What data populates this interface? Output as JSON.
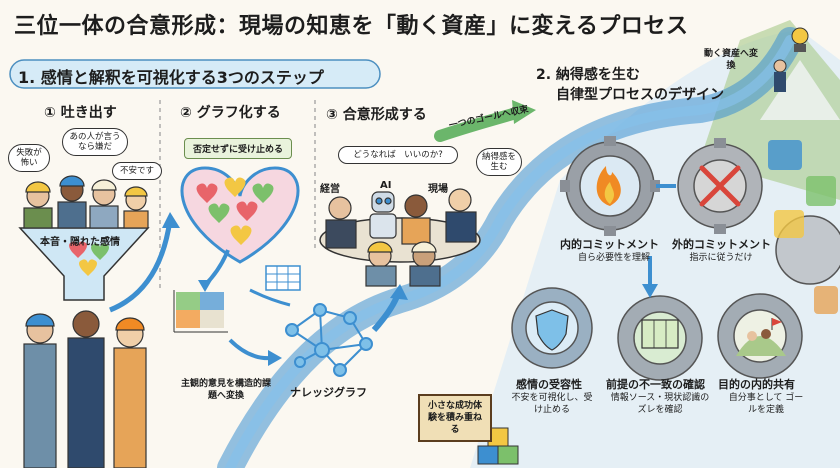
{
  "title": "三位一体の合意形成：現場の知恵を「動く資産」に変えるプロセス",
  "section1": {
    "heading": "1. 感情と解釈を可視化する3つのステップ",
    "step1": {
      "label": "① 吐き出す",
      "bubbles": [
        "失敗が怖い",
        "あの人が言うなら嫌だ",
        "不安です"
      ],
      "funnel_label": "本音・隠れた感情"
    },
    "step2": {
      "label": "② グラフ化する",
      "banner": "否定せずに受け止める",
      "caption": "主観的意見を構造的課題へ変換",
      "graph_label": "ナレッジグラフ"
    },
    "step3": {
      "label": "③ 合意形成する",
      "arrow_label": "一つのゴールへ収束",
      "bubble_question": "どうなれば　いいのか?",
      "bubble_right": "納得感を生む",
      "participants": [
        "経営",
        "AI",
        "現場"
      ]
    },
    "sign": "小さな成功体験を積み重ねる"
  },
  "section2": {
    "heading_line1": "2. 納得感を生む",
    "heading_line2": "自律型プロセスのデザイン",
    "summit_label": "動く資産へ変換",
    "items": [
      {
        "title": "内的コミットメント",
        "sub": "自ら必要性を理解"
      },
      {
        "title": "外的コミットメント",
        "sub": "指示に従うだけ"
      },
      {
        "title": "感情の受容性",
        "sub": "不安を可視化し、受け止める"
      },
      {
        "title": "前提の不一致の確認",
        "sub": "情報ソース・現状認識のズレを確認"
      },
      {
        "title": "目的の内的共有",
        "sub": "自分事として ゴールを定義"
      }
    ]
  },
  "colors": {
    "path_blue": "#3d8fd0",
    "flame": "#f08a24",
    "gear": "#8a8f96",
    "heart_red": "#e8646a",
    "heart_green": "#7cc06b",
    "accent_yellow": "#f3c743"
  }
}
